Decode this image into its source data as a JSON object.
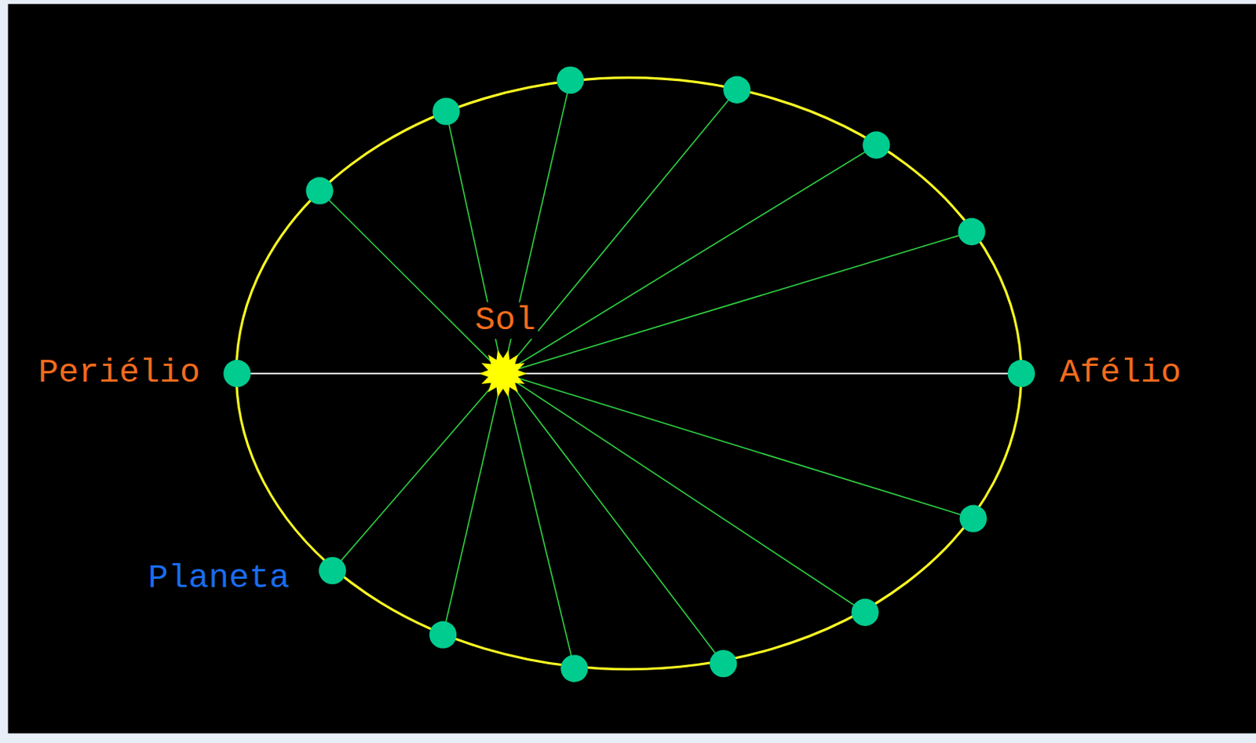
{
  "diagram": {
    "labels": [
      "Periélio",
      "Afélio",
      "Sol",
      "Planeta"
    ]
  }
}
